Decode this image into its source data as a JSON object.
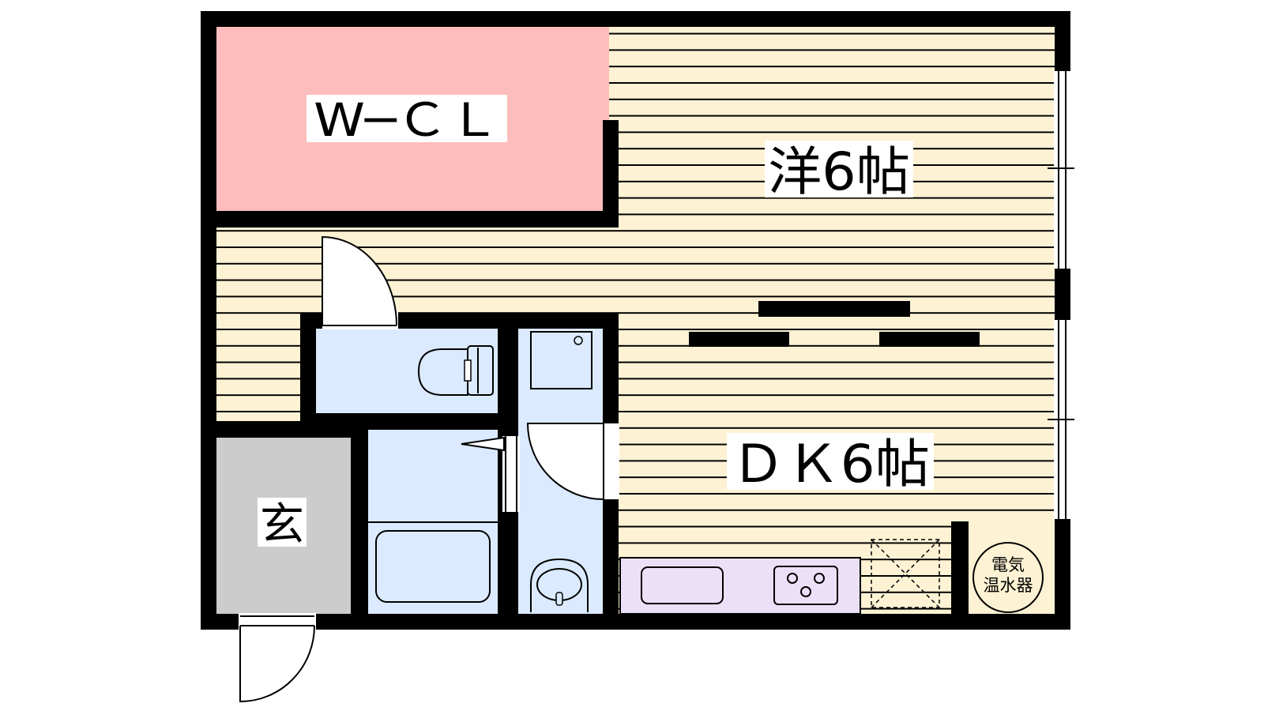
{
  "rooms": {
    "wcl": {
      "label": "W─ＣＬ"
    },
    "western": {
      "label": "洋6帖"
    },
    "dk": {
      "label": "ＤＫ6帖"
    },
    "entrance": {
      "label": "玄"
    },
    "water_heater": {
      "line1": "電気",
      "line2": "温水器"
    }
  },
  "colors": {
    "floor": "#fdf2d3",
    "floor_line": "#000000",
    "closet": "#fdbdbd",
    "entrance": "#cccccc",
    "wet_area": "#dbeafe",
    "kitchen": "#ece0f8",
    "wall": "#000000"
  }
}
